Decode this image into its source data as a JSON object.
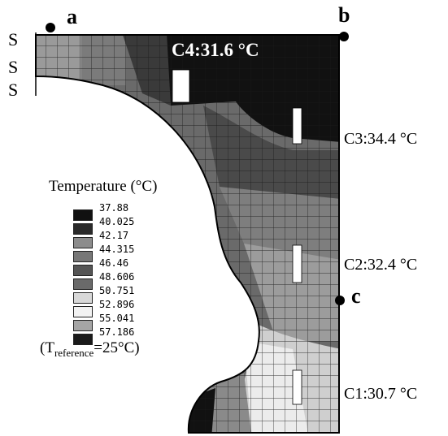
{
  "points": {
    "a": "a",
    "b": "b",
    "c": "c"
  },
  "symmetry_labels": [
    "S",
    "S",
    "S"
  ],
  "sensors": {
    "c4": "C4:31.6 °C",
    "c3": "C3:34.4 °C",
    "c2": "C2:32.4 °C",
    "c1": "C1:30.7 °C"
  },
  "legend": {
    "title": "Temperature (°C)",
    "values": [
      "37.88",
      "40.025",
      "42.17",
      "44.315",
      "46.46",
      "48.606",
      "50.751",
      "52.896",
      "55.041",
      "57.186"
    ],
    "swatch_colors": [
      "#111111",
      "#2a2a2a",
      "#8c8c8c",
      "#777777",
      "#555555",
      "#6a6a6a",
      "#d8d8d8",
      "#f2f2f2",
      "#a5a5a5",
      "#1a1a1a"
    ],
    "reference_prefix": "(T",
    "reference_sub": "reference",
    "reference_suffix": "=25°C)"
  },
  "colors": {
    "dark": "#111111",
    "mid": "#5a5a5a",
    "light": "#bdbdbd",
    "white": "#ffffff",
    "mesh": "#1a1a1a"
  }
}
